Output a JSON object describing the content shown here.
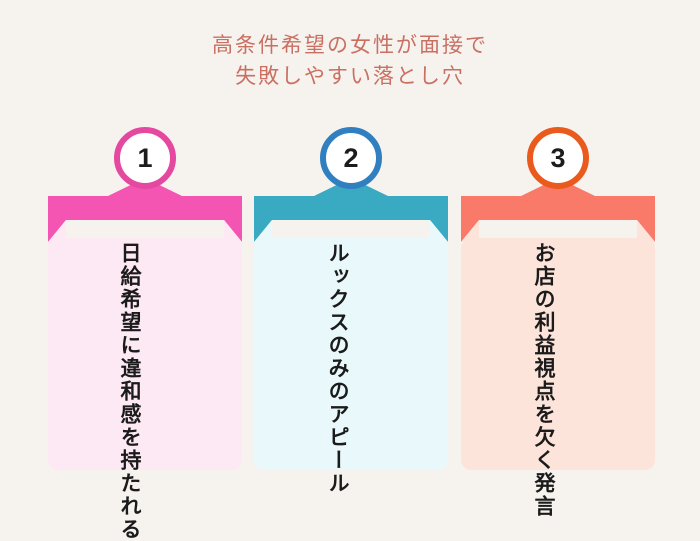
{
  "title": {
    "line1": "高条件希望の女性が面接で",
    "line2": "失敗しやすい落とし穴"
  },
  "items": [
    {
      "number": "1",
      "text": "日給希望に違和感を持たれる",
      "accent": "#f455b3",
      "card_bg": "#fde9f3"
    },
    {
      "number": "2",
      "text": "ルックスのみのアピール",
      "accent": "#39aac2",
      "card_bg": "#e8f8fb"
    },
    {
      "number": "3",
      "text": "お店の利益視点を欠く発言",
      "accent": "#fa7a6a",
      "card_bg": "#fde4db"
    }
  ],
  "colors": {
    "background": "#f6f2ee",
    "title": "#c97062",
    "badge_border_1": "#e4489f",
    "badge_border_2": "#2f7fc1",
    "badge_border_3": "#ea5a1c"
  }
}
